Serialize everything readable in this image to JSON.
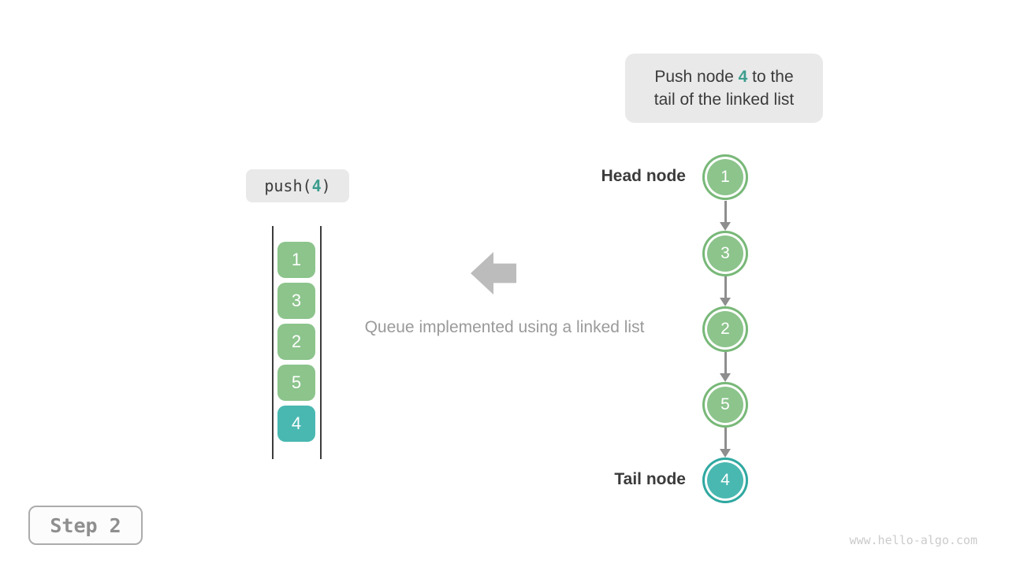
{
  "colors": {
    "green": "#8CC48C",
    "green_edge": "#78B878",
    "teal": "#49B8B1",
    "teal_edge": "#2FA8A0",
    "hl_text": "#3C9D8E",
    "dark_text": "#3B3B3B",
    "gray_text": "#9A9A9A",
    "box_bg": "#E9E9E9",
    "big_arrow": "#BCBCBC",
    "connector": "#8E8E8E",
    "stack_line": "#3C3C3C",
    "step_text": "#8F8F8F",
    "step_border": "#ACACAC",
    "watermark_text": "#CBCBCB"
  },
  "annotation": {
    "line1_prefix": "Push node ",
    "highlight": "4",
    "line1_suffix": " to the",
    "line2": "tail of the linked list"
  },
  "operation": {
    "prefix": "push(",
    "arg": "4",
    "suffix": ")"
  },
  "stack": {
    "items": [
      {
        "value": "1",
        "color": "green"
      },
      {
        "value": "3",
        "color": "green"
      },
      {
        "value": "2",
        "color": "green"
      },
      {
        "value": "5",
        "color": "green"
      },
      {
        "value": "4",
        "color": "teal"
      }
    ]
  },
  "caption": "Queue implemented using a linked list",
  "linked_list": {
    "head_label": "Head node",
    "tail_label": "Tail node",
    "nodes": [
      {
        "value": "1",
        "color": "green"
      },
      {
        "value": "3",
        "color": "green"
      },
      {
        "value": "2",
        "color": "green"
      },
      {
        "value": "5",
        "color": "green"
      },
      {
        "value": "4",
        "color": "teal"
      }
    ]
  },
  "step_label": "Step 2",
  "watermark": "www.hello-algo.com"
}
